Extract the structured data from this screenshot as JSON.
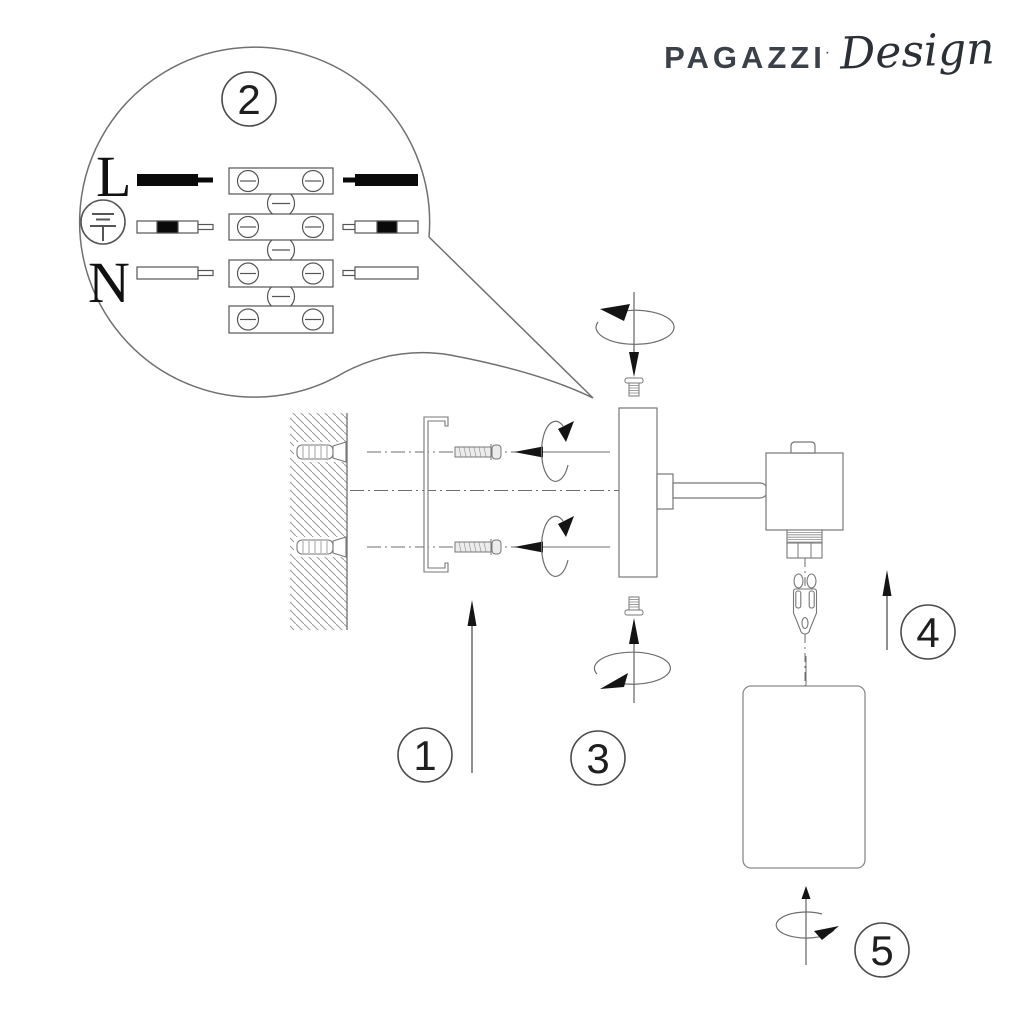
{
  "brand": {
    "name": "PAGAZZI",
    "mark": "·",
    "script": "Design"
  },
  "inset": {
    "badge": "2",
    "live_label": "L",
    "neutral_label": "N",
    "earth_icon": "earth-ground-icon",
    "terminal_blocks": 4
  },
  "steps": {
    "step1": "1",
    "step2": "2",
    "step3": "3",
    "step4": "4",
    "step5": "5"
  },
  "colors": {
    "brand_text": "#3b4148",
    "script_text": "#2b3036",
    "line": "#6e6e6e",
    "light_line": "#8a8a8a",
    "arrow_fill": "#141414",
    "number_text": "#1f1f1f",
    "wire_black": "#0a0a0a"
  },
  "icons": [
    "earth-ground-icon",
    "rotate-clockwise-icon",
    "screw-icon",
    "grub-screw-icon",
    "wall-plug-icon",
    "arrow-up-icon",
    "arrow-down-icon",
    "arrow-left-icon",
    "speech-bubble",
    "g9-bulb-icon"
  ]
}
